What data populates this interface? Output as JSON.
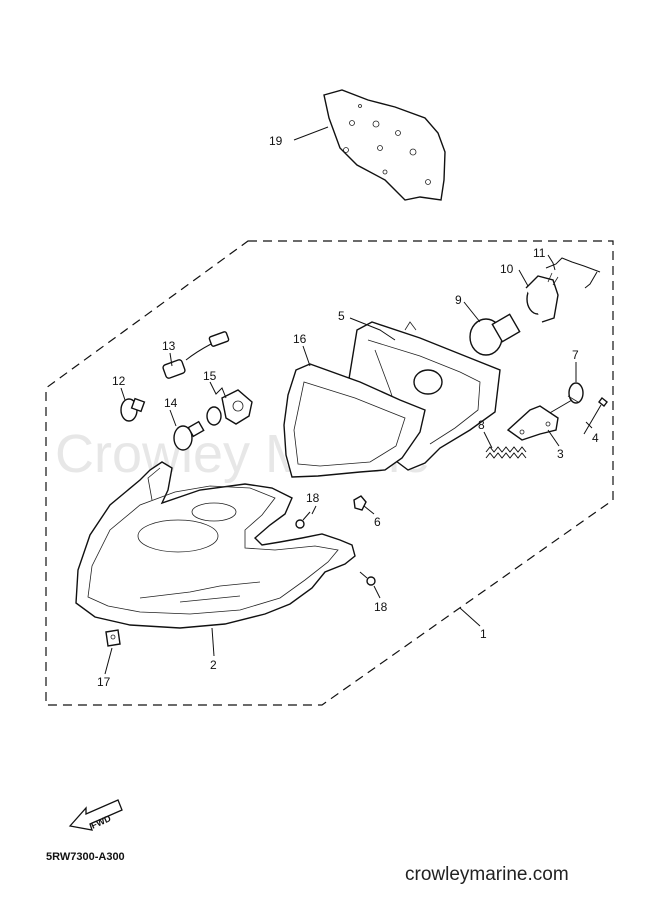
{
  "diagram": {
    "watermark": "Crowley Marine",
    "drawing_code": "5RW7300-A300",
    "website": "crowleymarine.com",
    "fwd_label": "FWD",
    "callouts": [
      {
        "id": "c19",
        "label": "19"
      },
      {
        "id": "c11",
        "label": "11"
      },
      {
        "id": "c10",
        "label": "10"
      },
      {
        "id": "c9",
        "label": "9"
      },
      {
        "id": "c5",
        "label": "5"
      },
      {
        "id": "c16",
        "label": "16"
      },
      {
        "id": "c13",
        "label": "13"
      },
      {
        "id": "c12",
        "label": "12"
      },
      {
        "id": "c15",
        "label": "15"
      },
      {
        "id": "c14",
        "label": "14"
      },
      {
        "id": "c7",
        "label": "7"
      },
      {
        "id": "c8",
        "label": "8"
      },
      {
        "id": "c4",
        "label": "4"
      },
      {
        "id": "c3",
        "label": "3"
      },
      {
        "id": "c18a",
        "label": "18"
      },
      {
        "id": "c6",
        "label": "6"
      },
      {
        "id": "c18b",
        "label": "18"
      },
      {
        "id": "c1",
        "label": "1"
      },
      {
        "id": "c2",
        "label": "2"
      },
      {
        "id": "c17",
        "label": "17"
      }
    ]
  }
}
